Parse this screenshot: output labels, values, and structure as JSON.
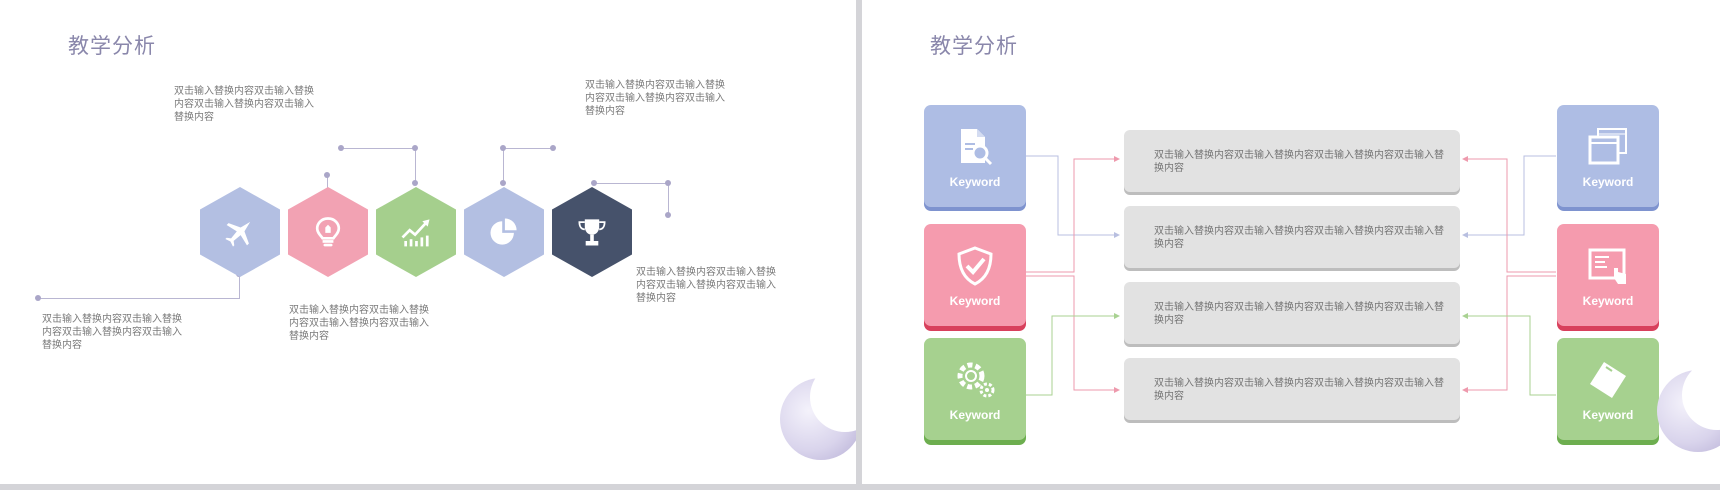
{
  "left_slide": {
    "title": "教学分析",
    "texts": {
      "top1": "双击输入替换内容双击输入替换内容双击输入替换内容双击输入替换内容",
      "top2": "双击输入替换内容双击输入替换内容双击输入替换内容双击输入替换内容",
      "bottom1": "双击输入替换内容双击输入替换内容双击输入替换内容双击输入替换内容",
      "bottom2": "双击输入替换内容双击输入替换内容双击输入替换内容双击输入替换内容",
      "right": "双击输入替换内容双击输入替换内容双击输入替换内容双击输入替换内容"
    },
    "hexagons": [
      {
        "icon": "airplane-icon",
        "color": "#b3bfe2"
      },
      {
        "icon": "lightbulb-icon",
        "color": "#f2a2b3"
      },
      {
        "icon": "growth-chart-icon",
        "color": "#a5cf8d"
      },
      {
        "icon": "pie-chart-icon",
        "color": "#b3bfe2"
      },
      {
        "icon": "trophy-icon",
        "color": "#46526b"
      }
    ]
  },
  "right_slide": {
    "title": "教学分析",
    "keywords_left": [
      {
        "label": "Keyword",
        "icon": "document-search-icon",
        "color": "#aebde4",
        "shade": "#7e93cf"
      },
      {
        "label": "Keyword",
        "icon": "shield-check-icon",
        "color": "#f59bae",
        "shade": "#d8405c"
      },
      {
        "label": "Keyword",
        "icon": "gears-icon",
        "color": "#a6d18f",
        "shade": "#6dae4f"
      }
    ],
    "keywords_right": [
      {
        "label": "Keyword",
        "icon": "browser-windows-icon",
        "color": "#aebde4",
        "shade": "#7e93cf"
      },
      {
        "label": "Keyword",
        "icon": "touch-screen-icon",
        "color": "#f59bae",
        "shade": "#d8405c"
      },
      {
        "label": "Keyword",
        "icon": "sd-card-icon",
        "color": "#a6d18f",
        "shade": "#6dae4f"
      }
    ],
    "boxes": [
      "双击输入替换内容双击输入替换内容双击输入替换内容双击输入替换内容",
      "双击输入替换内容双击输入替换内容双击输入替换内容双击输入替换内容",
      "双击输入替换内容双击输入替换内容双击输入替换内容双击输入替换内容",
      "双击输入替换内容双击输入替换内容双击输入替换内容双击输入替换内容"
    ]
  },
  "colors": {
    "title": "#8a87ab",
    "line": "#b9b6d2",
    "blue": "#aebde4",
    "pink": "#f59bae",
    "green": "#a6d18f"
  }
}
